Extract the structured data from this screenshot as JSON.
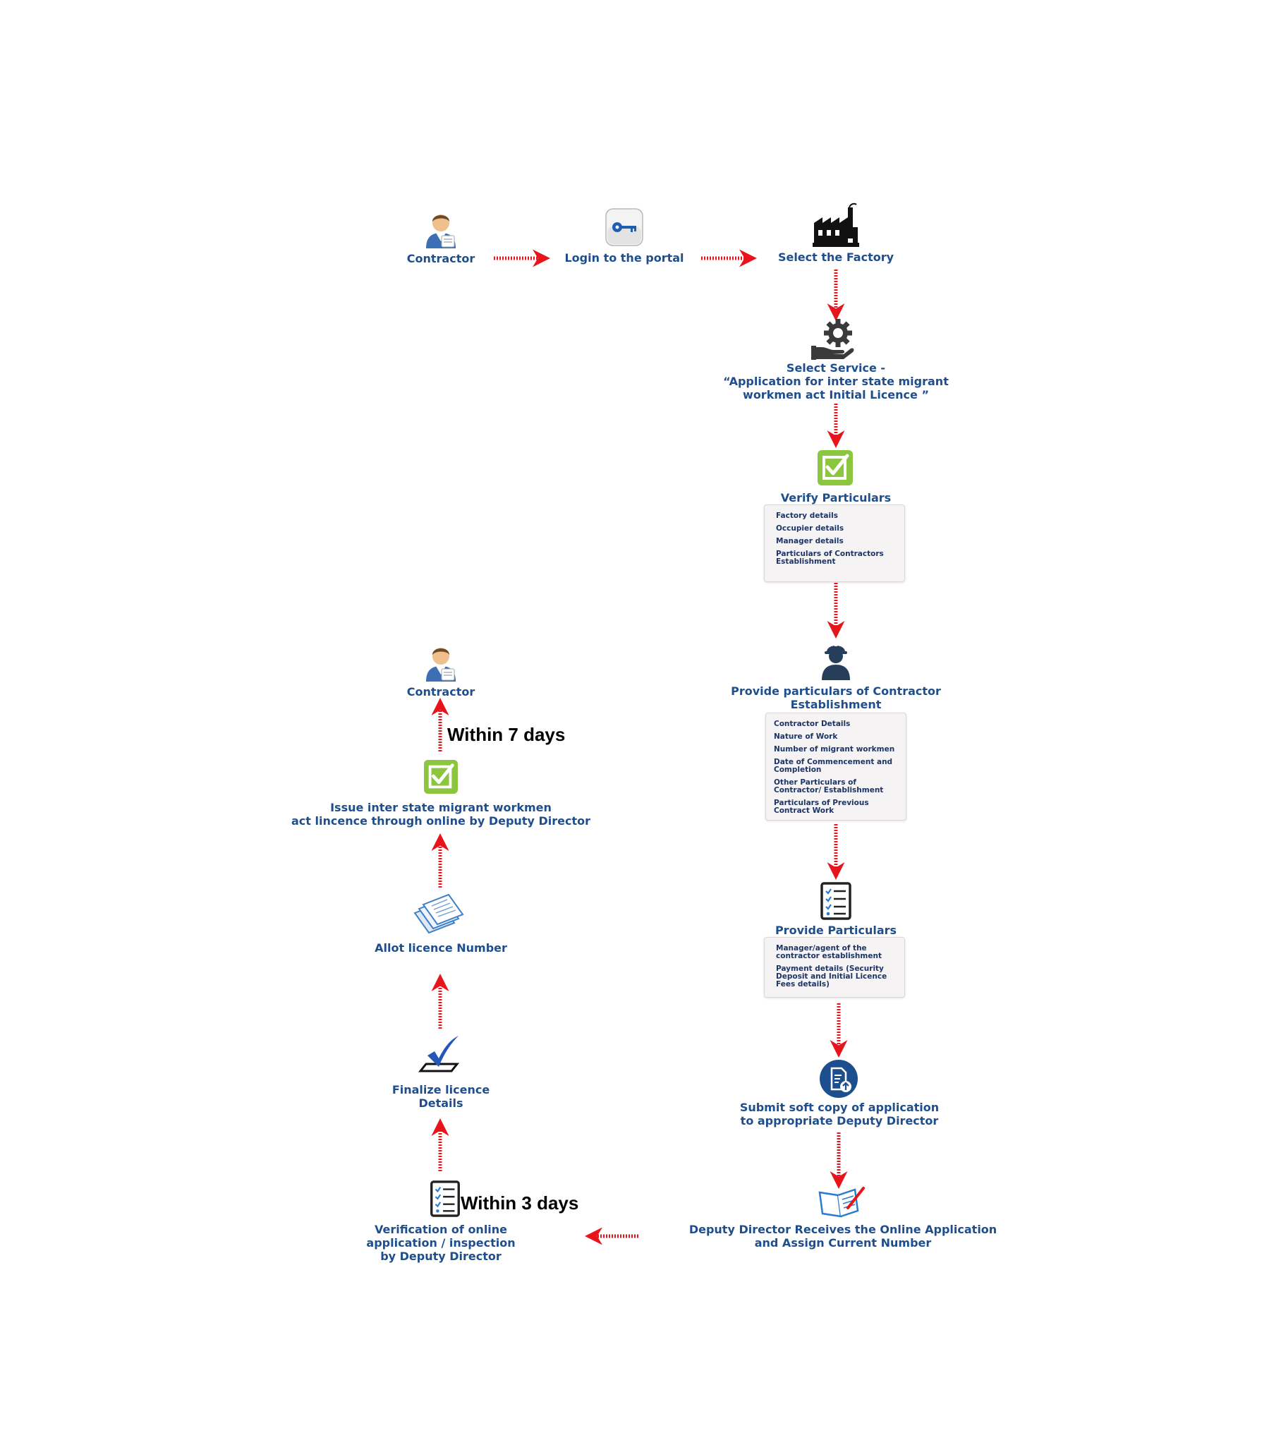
{
  "flow": {
    "contractor_top": "Contractor",
    "login": "Login to the portal",
    "select_factory": "Select the Factory",
    "select_service": [
      "Select Service -",
      "“Application for inter state migrant",
      "workmen act Initial Licence ”"
    ],
    "verify_particulars": "Verify Particulars",
    "verify_items": [
      "Factory details",
      "Occupier details",
      "Manager details",
      "Particulars of Contractors Establishment"
    ],
    "provide_contractor": [
      "Provide particulars of Contractor",
      "Establishment"
    ],
    "contractor_items": [
      "Contractor Details",
      "Nature of Work",
      "Number of migrant workmen",
      "Date of Commencement and Completion",
      "Other Particulars of Contractor/ Establishment",
      "Particulars of Previous Contract Work"
    ],
    "provide_particulars": "Provide Particulars",
    "particulars_items": [
      "Manager/agent of the contractor establishment",
      "Payment details (Security Deposit and Initial  Licence Fees details)"
    ],
    "submit": [
      "Submit soft copy of application",
      "to appropriate Deputy Director"
    ],
    "receive": [
      "Deputy Director Receives the Online Application",
      "and Assign Current Number"
    ],
    "verification": [
      "Verification of online",
      "application / inspection",
      "by Deputy Director"
    ],
    "within_3": "Within 3 days",
    "finalize": [
      "Finalize licence",
      "Details"
    ],
    "allot": "Allot licence Number",
    "issue": [
      "Issue inter state migrant workmen",
      "act lincence through online by Deputy Director"
    ],
    "within_7": "Within 7 days",
    "contractor_bottom": "Contractor"
  },
  "colors": {
    "label": "#1f4e8c",
    "arrow": "#e8141b",
    "box_bg": "#f6f3f4",
    "check_green": "#8cc63f"
  },
  "icons": [
    "contractor-icon",
    "key-icon",
    "factory-icon",
    "service-gear-icon",
    "checkbox-icon",
    "worker-icon",
    "checklist-icon",
    "upload-document-icon",
    "notebook-icon",
    "checkmark-icon",
    "documents-icon"
  ]
}
